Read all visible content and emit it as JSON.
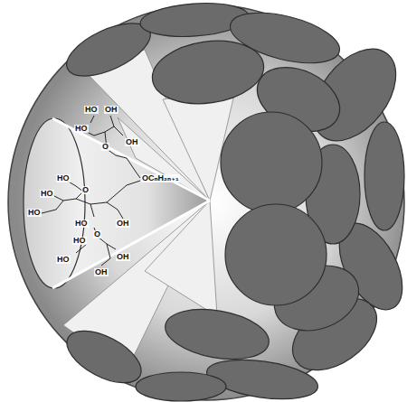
{
  "diagram": {
    "labels": [
      "HO",
      "OH",
      "HO",
      "OH",
      "O",
      "HO",
      "HO",
      "HO",
      "O",
      "OCₙH₂ₙ₊₁",
      "HO",
      "OH",
      "O",
      "HO",
      "OH",
      "HO",
      "OH"
    ]
  }
}
